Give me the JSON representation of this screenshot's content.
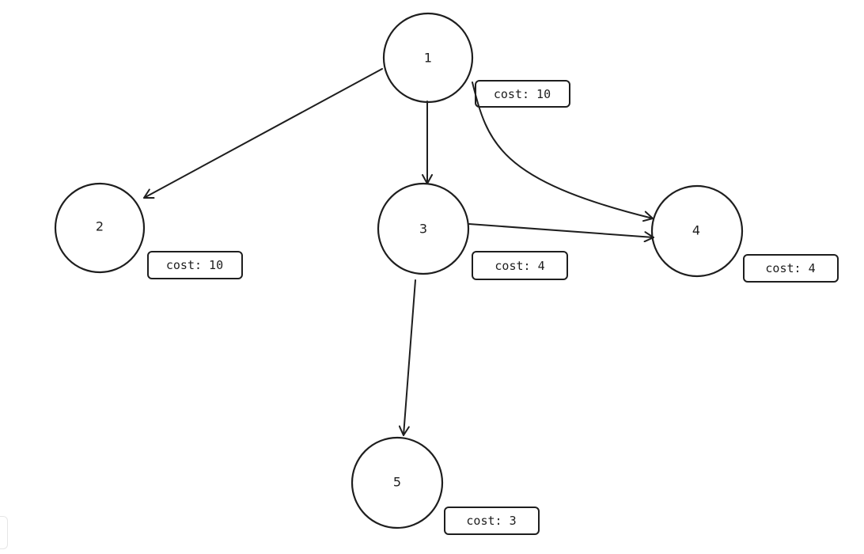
{
  "diagram": {
    "nodes": [
      {
        "id": "1",
        "label": "1",
        "cost": "cost: 10"
      },
      {
        "id": "2",
        "label": "2",
        "cost": "cost: 10"
      },
      {
        "id": "3",
        "label": "3",
        "cost": "cost: 4"
      },
      {
        "id": "4",
        "label": "4",
        "cost": "cost: 4"
      },
      {
        "id": "5",
        "label": "5",
        "cost": "cost: 3"
      }
    ],
    "edges": [
      {
        "from": "1",
        "to": "2"
      },
      {
        "from": "1",
        "to": "3"
      },
      {
        "from": "1",
        "to": "4"
      },
      {
        "from": "3",
        "to": "4"
      },
      {
        "from": "3",
        "to": "5"
      }
    ]
  }
}
